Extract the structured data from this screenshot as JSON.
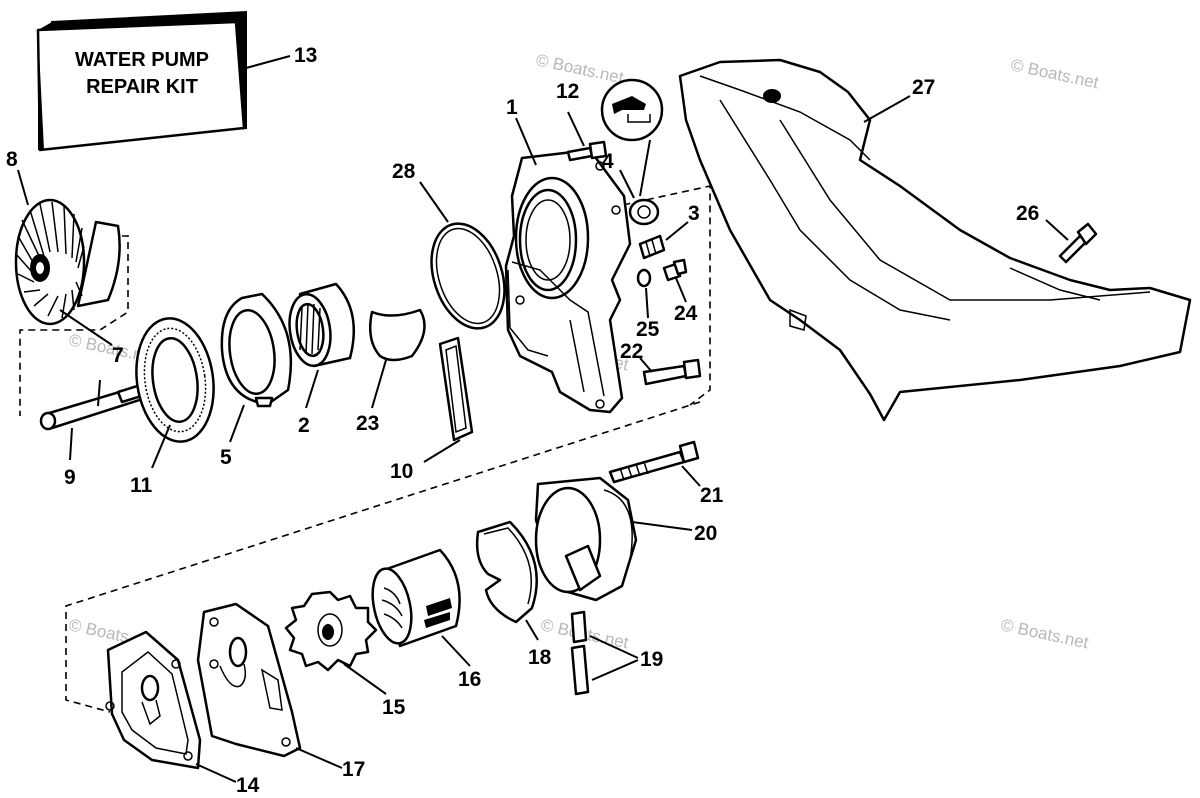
{
  "kit_box": {
    "line1": "WATER PUMP",
    "line2": "REPAIR KIT"
  },
  "watermark": "© Boats.net",
  "callouts": {
    "n1": "1",
    "n2": "2",
    "n3": "3",
    "n4": "4",
    "n5": "5",
    "n7": "7",
    "n8": "8",
    "n9": "9",
    "n10": "10",
    "n11": "11",
    "n12": "12",
    "n13": "13",
    "n14": "14",
    "n15": "15",
    "n16": "16",
    "n17": "17",
    "n18": "18",
    "n19": "19",
    "n20": "20",
    "n21": "21",
    "n22": "22",
    "n23": "23",
    "n24": "24",
    "n25": "25",
    "n26": "26",
    "n27": "27",
    "n28": "28"
  },
  "colors": {
    "line": "#000000",
    "background": "#ffffff",
    "watermark": "#b8b8b8"
  }
}
